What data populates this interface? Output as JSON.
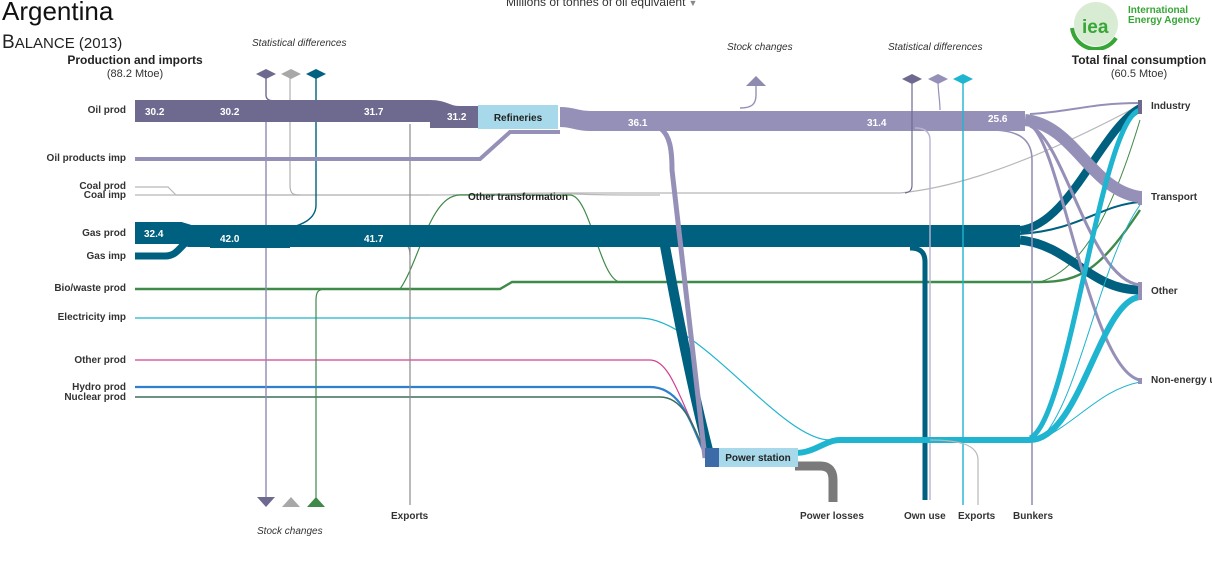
{
  "header": {
    "country": "Argentina",
    "subtitle_cap": "B",
    "subtitle_rest": "ALANCE (2013)",
    "unit_select": "Millions of tonnes of oil equivalent"
  },
  "logo": {
    "mark": "iea",
    "name_line1": "International",
    "name_line2": "Energy Agency"
  },
  "left_group": {
    "title": "Production and imports",
    "total": "(88.2 Mtoe)"
  },
  "right_group": {
    "title": "Total final consumption",
    "total": "(60.5 Mtoe)"
  },
  "sources": {
    "oil_prod": "Oil prod",
    "oil_products_imp": "Oil products imp",
    "coal_prod": "Coal prod",
    "coal_imp": "Coal imp",
    "gas_prod": "Gas prod",
    "gas_imp": "Gas imp",
    "bio_waste_prod": "Bio/waste prod",
    "electricity_imp": "Electricity imp",
    "other_prod": "Other prod",
    "hydro_prod": "Hydro prod",
    "nuclear_prod": "Nuclear prod"
  },
  "destinations": {
    "industry": "Industry",
    "transport": "Transport",
    "other": "Other",
    "non_energy": "Non-energy u"
  },
  "nodes": {
    "refineries": "Refineries",
    "power_station": "Power station",
    "other_transformation": "Other transformation"
  },
  "annotations": {
    "stat_diff_left": "Statistical differences",
    "stat_diff_right": "Statistical differences",
    "stock_changes_top": "Stock  changes",
    "stock_changes_bottom": "Stock changes"
  },
  "bottom_labels": {
    "exports_left": "Exports",
    "power_losses": "Power losses",
    "own_use": "Own use",
    "exports_right": "Exports",
    "bunkers": "Bunkers"
  },
  "flow_values": {
    "oil_1": "30.2",
    "oil_2": "30.2",
    "oil_3": "31.7",
    "oil_4": "31.2",
    "ref_out": "36.1",
    "ref_mid": "31.4",
    "ref_end": "25.6",
    "gas_1": "32.4",
    "gas_2": "42.0",
    "gas_3": "41.7"
  },
  "colors": {
    "oil": "#6e6a8f",
    "oil_products": "#9590b8",
    "gas": "#00607f",
    "coal": "#b5b5b5",
    "bio": "#3f8a48",
    "electricity": "#1fb4cf",
    "other_prod": "#d4408f",
    "hydro": "#2f7fd1",
    "nuclear": "#3a6e5a",
    "node_fill": "#a8d9ea",
    "losses": "#7a7a7a",
    "logo_green": "#37a636"
  }
}
